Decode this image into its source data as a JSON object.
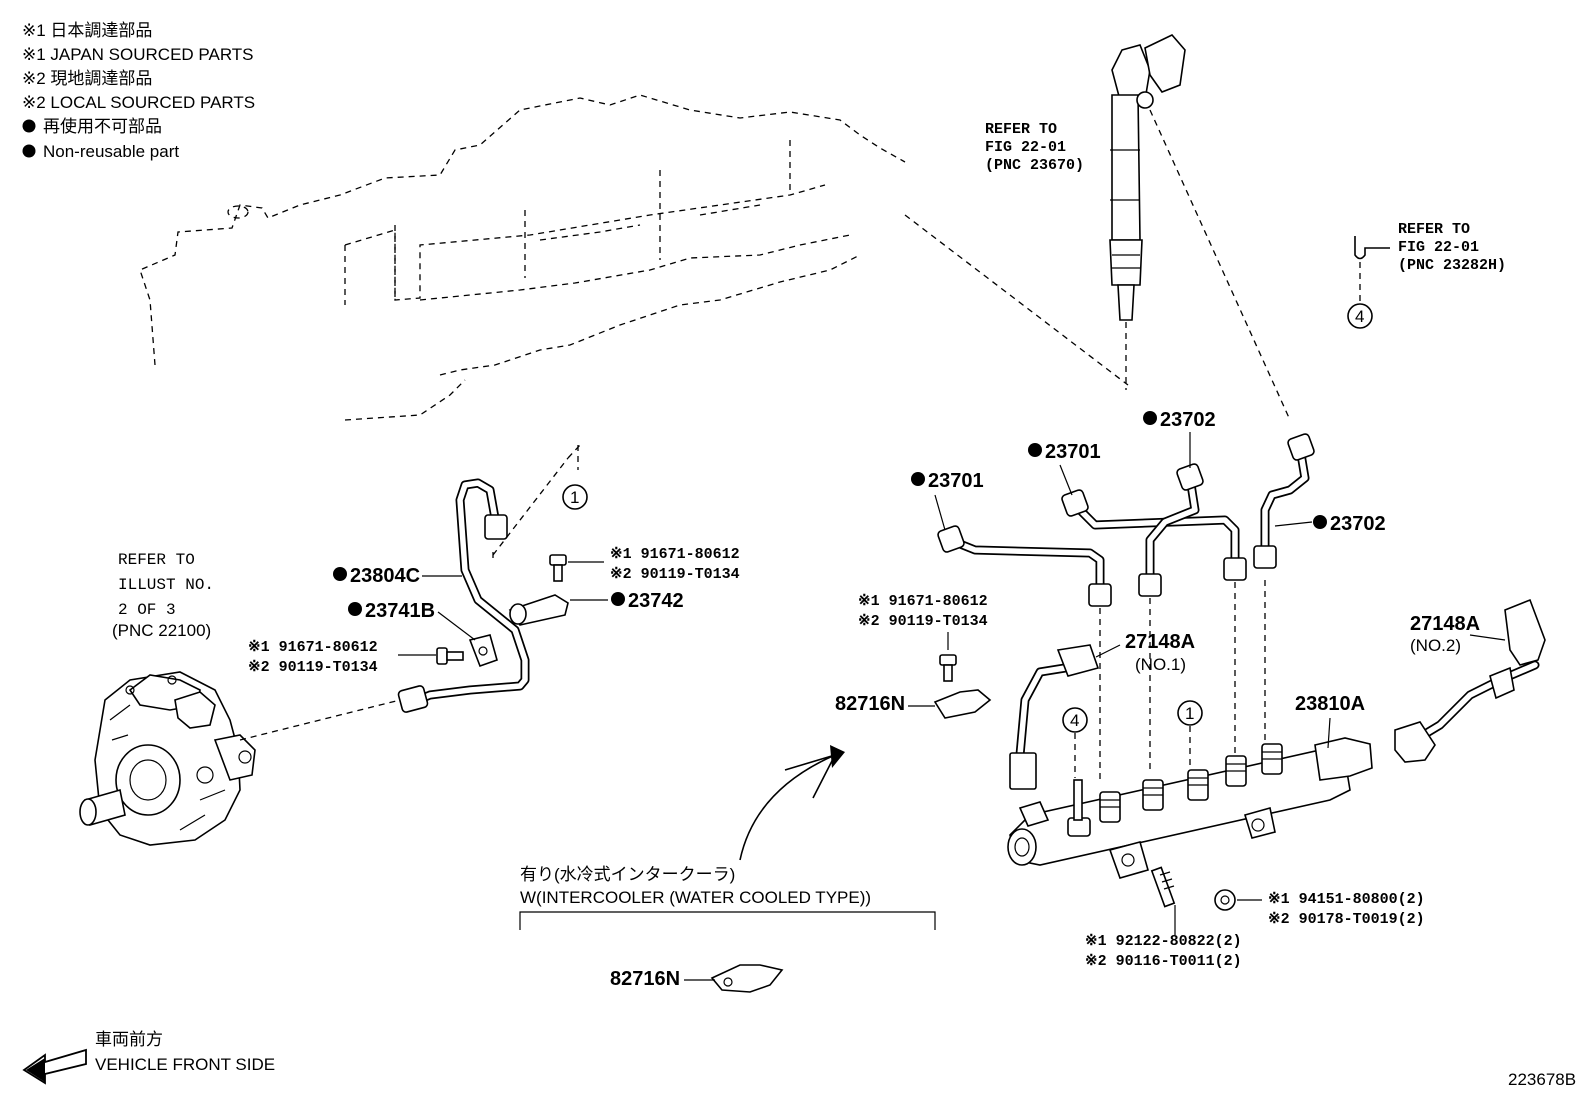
{
  "legend": {
    "line1": "※1 日本調達部品",
    "line2": "※1 JAPAN SOURCED PARTS",
    "line3": "※2 現地調達部品",
    "line4": "※2 LOCAL SOURCED PARTS",
    "line5": "再使用不可部品",
    "line6": "Non-reusable part"
  },
  "refs": {
    "injector": [
      "REFER TO",
      "FIG 22-01",
      "(PNC 23670)"
    ],
    "clamp": [
      "REFER TO",
      "FIG 22-01",
      "(PNC 23282H)"
    ],
    "pump": [
      "REFER TO",
      "ILLUST NO.",
      "2 OF 3",
      "(PNC 22100)"
    ]
  },
  "parts": {
    "p23701a": "23701",
    "p23701b": "23701",
    "p23702a": "23702",
    "p23702b": "23702",
    "p23804c": "23804C",
    "p23741b": "23741B",
    "p23742": "23742",
    "p27148a_no1": "27148A",
    "no1": "(NO.1)",
    "p27148a_no2": "27148A",
    "no2": "(NO.2)",
    "p23810a": "23810A",
    "p82716n_a": "82716N",
    "p82716n_b": "82716N"
  },
  "bolts": {
    "bolt_top_1": "※1 91671-80612",
    "bolt_top_2": "※2 90119-T0134",
    "bolt_left_1": "※1 91671-80612",
    "bolt_left_2": "※2 90119-T0134",
    "bolt_mid_1": "※1 91671-80612",
    "bolt_mid_2": "※2 90119-T0134",
    "nut_1": "※1 94151-80800(2)",
    "nut_2": "※2 90178-T0019(2)",
    "stud_1": "※1 92122-80822(2)",
    "stud_2": "※2 90116-T0011(2)"
  },
  "circles": {
    "c1_top": "1",
    "c1_rail": "1",
    "c4_top": "4",
    "c4_rail": "4"
  },
  "variant": {
    "jp": "有り(水冷式インタークーラ)",
    "en": "W(INTERCOOLER (WATER COOLED TYPE))"
  },
  "direction": {
    "jp": "車両前方",
    "en": "VEHICLE FRONT SIDE"
  },
  "figure_id": "223678B"
}
